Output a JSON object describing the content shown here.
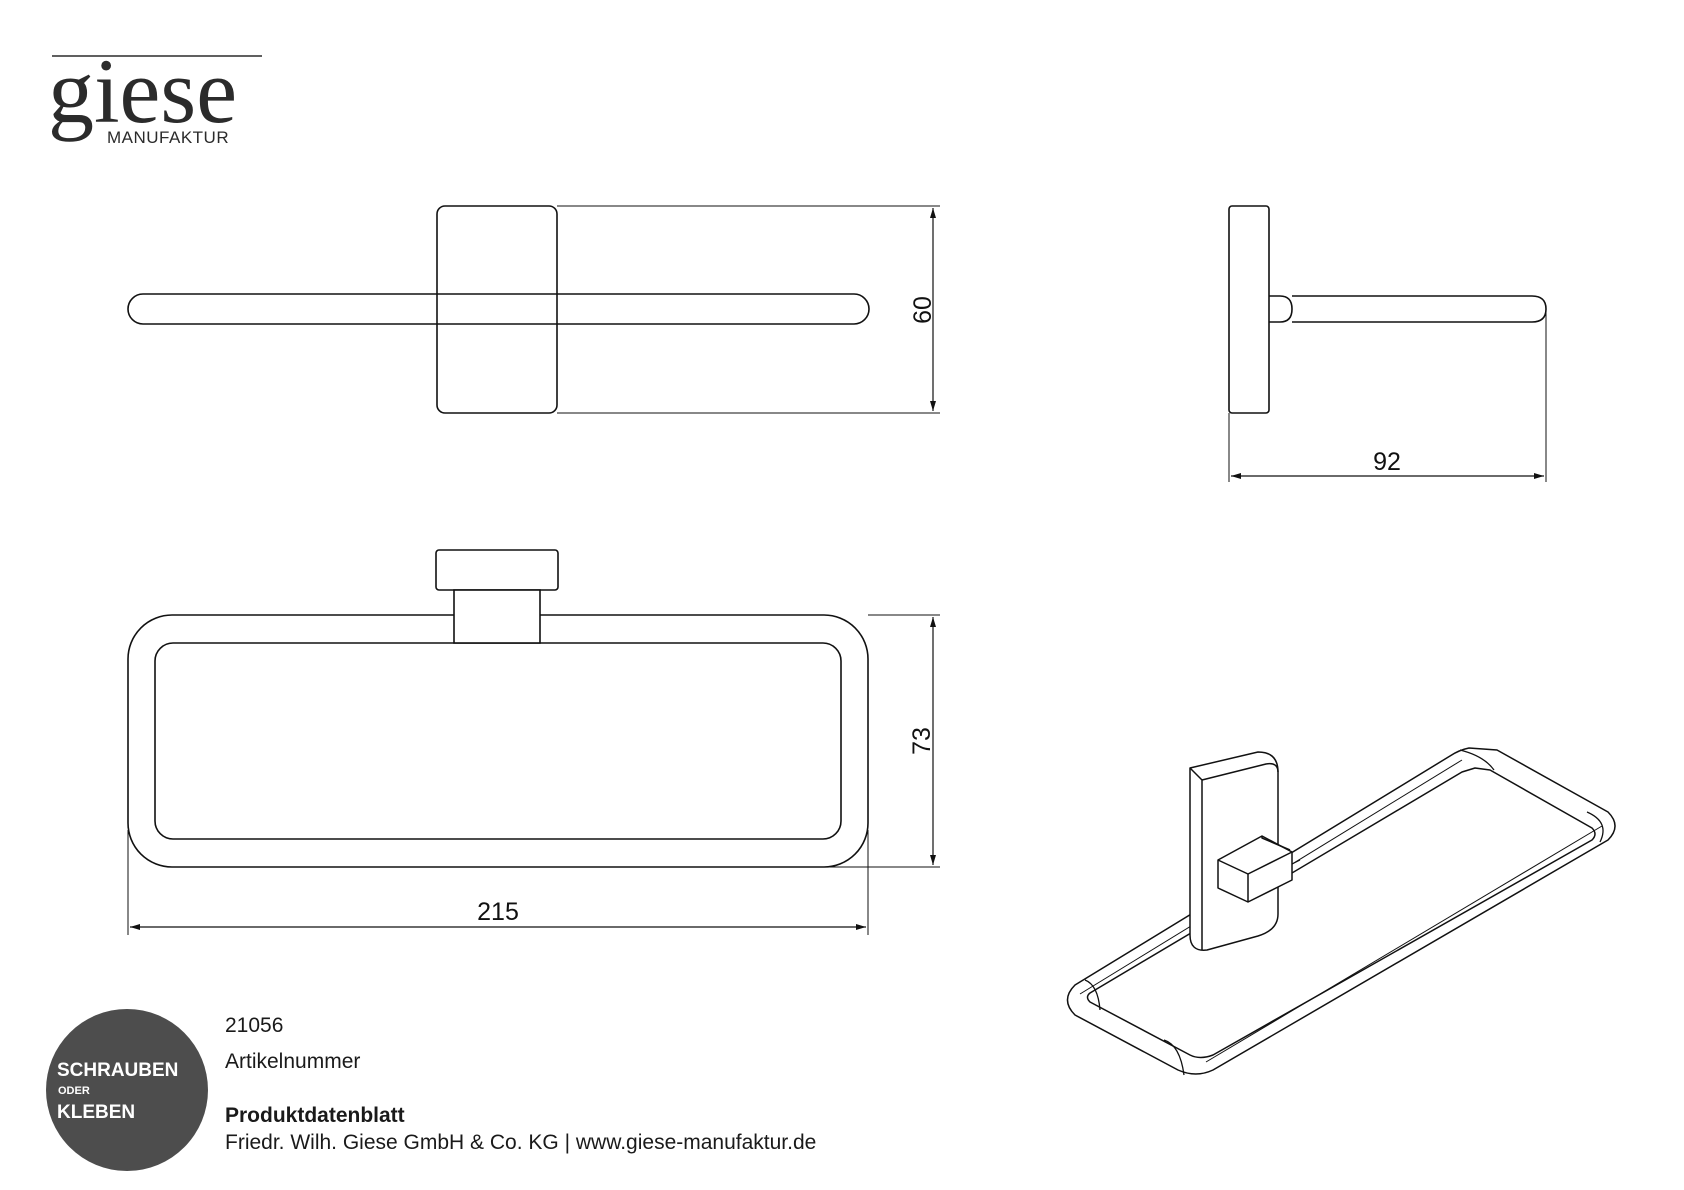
{
  "logo": {
    "word": "giese",
    "subtitle": "MANUFAKTUR"
  },
  "dimensions": {
    "front_height": "60",
    "side_depth": "92",
    "top_height": "73",
    "top_width": "215"
  },
  "badge": {
    "line1": "SCHRAUBEN",
    "line2": "ODER",
    "line3": "KLEBEN",
    "color": "#4d4d4d"
  },
  "info": {
    "article_number": "21056",
    "article_label": "Artikelnummer",
    "sheet_title": "Produktdatenblatt",
    "company_line": "Friedr. Wilh. Giese GmbH & Co. KG | www.giese-manufaktur.de"
  }
}
